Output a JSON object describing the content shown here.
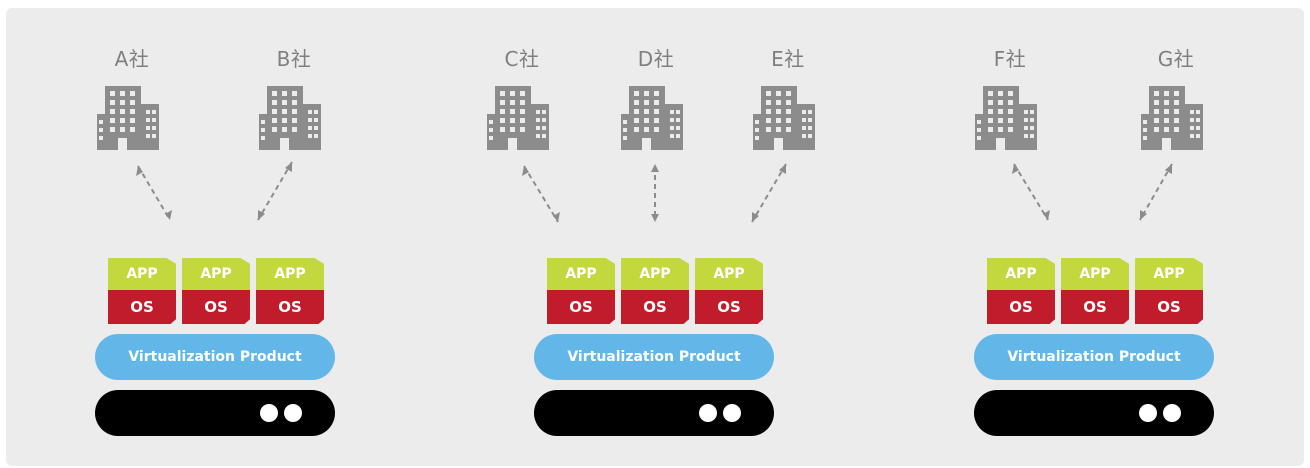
{
  "groups": [
    {
      "companies": [
        "A社",
        "B社"
      ],
      "vms": [
        {
          "app": "APP",
          "os": "OS"
        },
        {
          "app": "APP",
          "os": "OS"
        },
        {
          "app": "APP",
          "os": "OS"
        }
      ],
      "virtualization": "Virtualization Product"
    },
    {
      "companies": [
        "C社",
        "D社",
        "E社"
      ],
      "vms": [
        {
          "app": "APP",
          "os": "OS"
        },
        {
          "app": "APP",
          "os": "OS"
        },
        {
          "app": "APP",
          "os": "OS"
        }
      ],
      "virtualization": "Virtualization Product"
    },
    {
      "companies": [
        "F社",
        "G社"
      ],
      "vms": [
        {
          "app": "APP",
          "os": "OS"
        },
        {
          "app": "APP",
          "os": "OS"
        },
        {
          "app": "APP",
          "os": "OS"
        }
      ],
      "virtualization": "Virtualization Product"
    }
  ],
  "colors": {
    "background": "#ececec",
    "label": "#7f7f7f",
    "building": "#8c8c8c",
    "arrow": "#8c8c8c",
    "app": "#c2d83d",
    "os": "#c01c2c",
    "virtualization": "#62b7e8",
    "server": "#000000",
    "led": "#ffffff"
  },
  "icons": {
    "company": "office-building-icon",
    "connection": "dashed-double-arrow"
  }
}
